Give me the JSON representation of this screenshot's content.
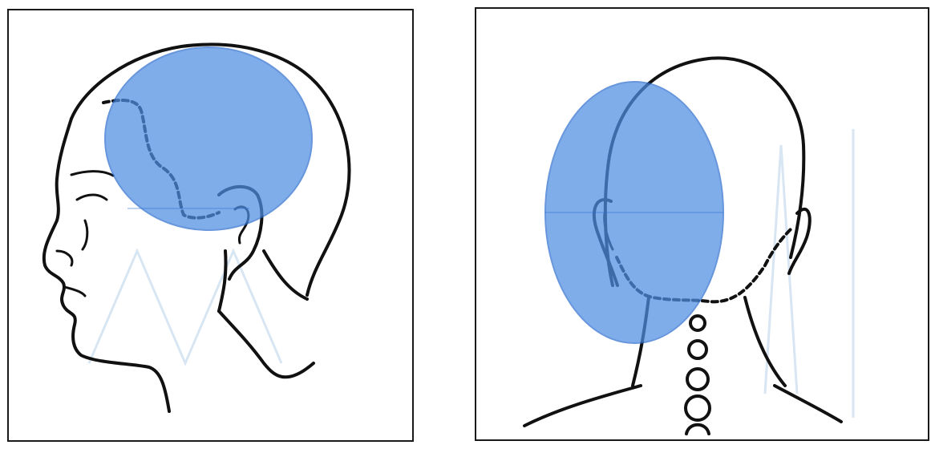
{
  "figure": {
    "panels": [
      {
        "view": "left-lateral",
        "highlight_region": "temporal-parietal"
      },
      {
        "view": "posterior",
        "highlight_region": "occipital-lateral"
      }
    ],
    "colors": {
      "outline": "#111111",
      "highlight_fill": "#4f8ee3",
      "highlight_stroke": "#2f6fd0",
      "panel_border": "#1a1a1a",
      "background": "#ffffff"
    },
    "icons": [
      "head-profile-drawing",
      "head-back-drawing"
    ]
  }
}
